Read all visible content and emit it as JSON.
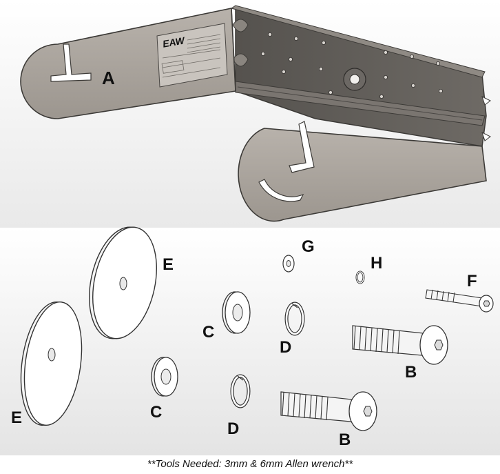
{
  "bracket": {
    "label": "A",
    "logo_text": "EAW"
  },
  "hardware_labels": {
    "e_large_right": "E",
    "e_large_left": "E",
    "c_upper": "C",
    "c_lower": "C",
    "d_upper": "D",
    "d_lower": "D",
    "g": "G",
    "h": "H",
    "f": "F",
    "b_upper": "B",
    "b_lower": "B"
  },
  "footer": {
    "note": "**Tools Needed: 3mm & 6mm Allen wrench**"
  },
  "colors": {
    "bracket_face": "#a9a39c",
    "bracket_dark": "#5f5c58",
    "background_top": "#ffffff",
    "background_bottom": "#e6e6e6"
  }
}
